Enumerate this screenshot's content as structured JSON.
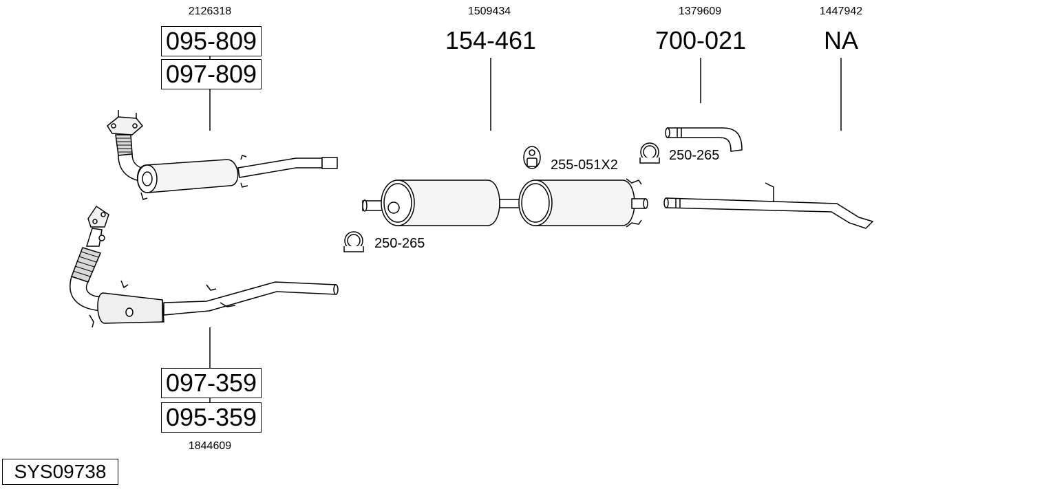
{
  "system_code": "SYS09738",
  "groups": {
    "front_upper": {
      "oe_ref": "2126318",
      "part_a": "095-809",
      "part_b": "097-809"
    },
    "front_lower": {
      "oe_ref": "1844609",
      "part_a": "097-359",
      "part_b": "095-359"
    },
    "middle": {
      "oe_ref": "1509434",
      "part": "154-461"
    },
    "rear_pipe": {
      "oe_ref": "1379609",
      "part": "700-021"
    },
    "tail_pipe": {
      "oe_ref": "1447942",
      "part": "NA"
    }
  },
  "accessories": {
    "clamp_middle": "250-265",
    "hanger": "255-051X2",
    "clamp_rear": "250-265"
  }
}
